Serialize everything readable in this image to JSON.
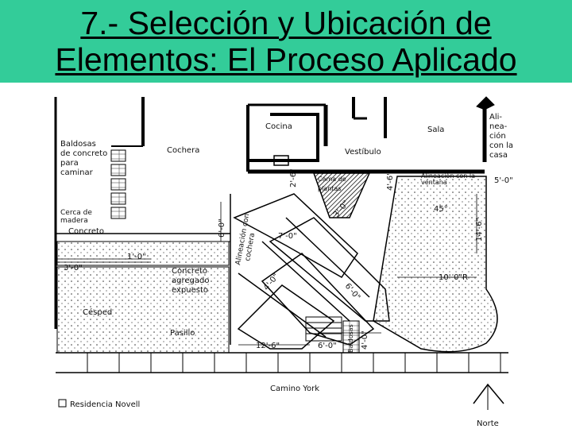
{
  "slide": {
    "title_line1": "7.- Selección y Ubicación de",
    "title_line2": "Elementos: El Proceso Aplicado"
  },
  "plan": {
    "labels": {
      "baldosas": [
        "Baldosas",
        "de concreto",
        "para",
        "caminar"
      ],
      "cochera": "Cochera",
      "cocina": "Cocina",
      "sala": "Sala",
      "vestibulo": "Vestíbulo",
      "alineacion_casa": [
        "Ali-",
        "nea-",
        "ción",
        "con la",
        "casa"
      ],
      "alineacion_ventana": [
        "Alineación con la",
        "ventana"
      ],
      "cerca_madera": [
        "Cerca de",
        "madera"
      ],
      "concreto": "Concreto",
      "alineacion_cochera": [
        "Alineación con",
        "cochera"
      ],
      "concreto_agregado": [
        "Concreto",
        "agregado",
        "expuesto"
      ],
      "cesped": "Césped",
      "pasillo": "Pasillo",
      "cama_plantas": [
        "Cama de",
        "plantas"
      ],
      "camino": "Camino York",
      "residencia": "Residencia Novell",
      "norte": "Norte",
      "baldosas_v": "Baldosas"
    },
    "dims": {
      "d1": "6'-0\"",
      "d2": "3'-0\"",
      "d3": "1'-0\"",
      "d4": "2'-6\"",
      "d5": "4'-6\"",
      "d6": "7'-0\"",
      "d7": "4'-0\"",
      "d8": "10'-0\"R",
      "d9": "6'-0\"",
      "d10": "12'-6\"",
      "d11": "6'-0\"",
      "d12": "14'-6\"",
      "d13": "45°",
      "d14": "5'-0\"",
      "d15": "4'-0\"",
      "d16": "3'-0\""
    }
  }
}
